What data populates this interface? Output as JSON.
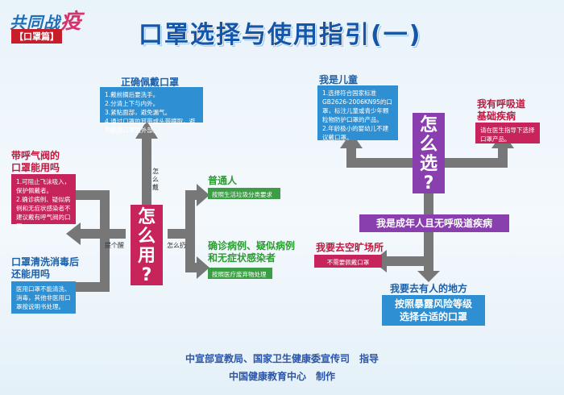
{
  "logo": {
    "text_a": "共同战",
    "text_b": "疫",
    "tag": "【口罩篇】"
  },
  "title": "口罩选择与使用指引(一)",
  "left": {
    "correct": {
      "heading": "正确佩戴口罩",
      "items": [
        "1.戴前摘后要洗手。",
        "2.分清上下与内外。",
        "3.紧贴面部，避免漏气。",
        "4.通过口罩的耳带或头带摘取，避免触摸口罩面外部。"
      ]
    },
    "valve": {
      "heading_1": "带呼气阀的",
      "heading_2": "口罩能用吗",
      "items": [
        "1.可阻止飞沫吸入，保护佩戴者。",
        "2.确诊病例、疑似病例和无症状感染者不建议戴有呼气阀的口罩。"
      ]
    },
    "wash": {
      "heading_1": "口罩清洗消毒后",
      "heading_2": "还能用吗",
      "text": "医用口罩不能清洗、消毒，其他非医用口罩按说明书处理。"
    },
    "hub": [
      "怎",
      "么",
      "用",
      "?"
    ],
    "label_wear": "怎么戴",
    "label_remind": "提个醒",
    "label_dispose": "怎么扔",
    "ordinary": {
      "heading": "普通人",
      "text": "按照生活垃圾分类要求"
    },
    "patients": {
      "heading_1": "确诊病例、疑似病例",
      "heading_2": "和无症状感染者",
      "text": "按照医疗废弃物处理"
    }
  },
  "right": {
    "child": {
      "heading": "我是儿童",
      "items": [
        "1.选择符合国家标准GB2626-2006KN95的口罩，标注儿童或青少年颗粒物防护口罩的产品。",
        "2.年龄极小的婴幼儿不建议戴口罩。"
      ]
    },
    "resp": {
      "heading_1": "我有呼吸道",
      "heading_2": "基础疾病",
      "text": "请在医生指导下选择口罩产品。"
    },
    "hub": [
      "怎",
      "么",
      "选",
      "?"
    ],
    "adult": "我是成年人且无呼吸道疾病",
    "open": {
      "heading": "我要去空旷场所",
      "text": "不需要佩戴口罩"
    },
    "crowd": {
      "heading": "我要去有人的地方",
      "text_1": "按照暴露风险等级",
      "text_2": "选择合适的口罩"
    }
  },
  "footer": {
    "line1": "中宣部宣教局、国家卫生健康委宣传司　指导",
    "line2": "中国健康教育中心　制作"
  }
}
